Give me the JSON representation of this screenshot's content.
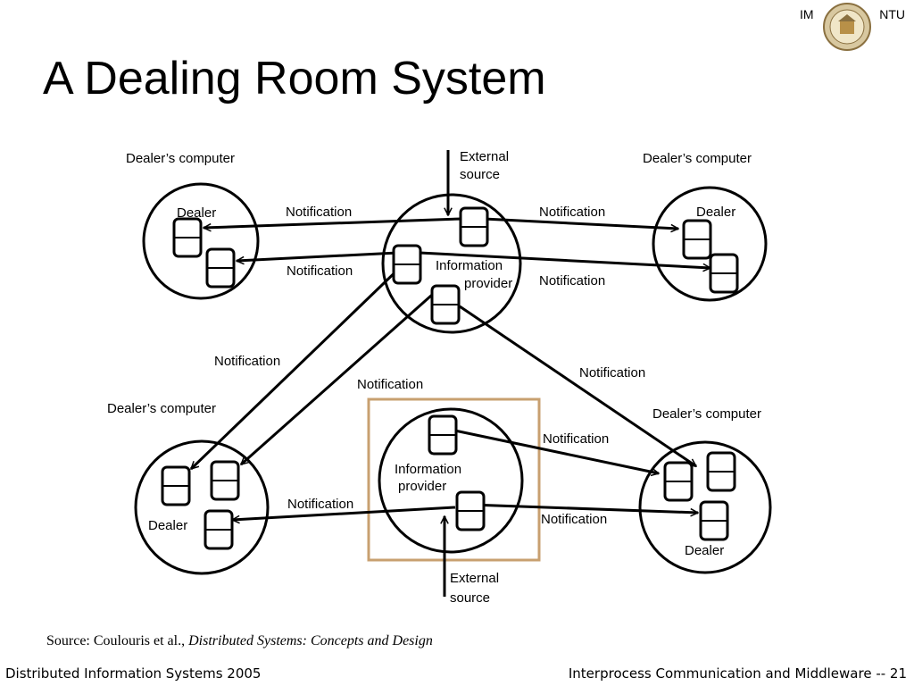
{
  "header": {
    "title": "A Dealing Room System",
    "logo_left": "IM",
    "logo_right": "NTU"
  },
  "diagram": {
    "labels": {
      "dealers_computer_tl": "Dealer’s computer",
      "dealers_computer_tr": "Dealer’s computer",
      "dealers_computer_bl": "Dealer’s computer",
      "dealers_computer_br": "Dealer’s computer",
      "external_source_top_1": "External",
      "external_source_top_2": "source",
      "external_source_bottom_1": "External",
      "external_source_bottom_2": "source",
      "info_provider_top_1": "Information",
      "info_provider_top_2": "provider",
      "info_provider_bottom_1": "Information",
      "info_provider_bottom_2": "provider",
      "dealer_tl": "Dealer",
      "dealer_tr": "Dealer",
      "dealer_bl": "Dealer",
      "dealer_br": "Dealer",
      "notification": "Notification"
    }
  },
  "source": {
    "prefix": "Source: Coulouris et al., ",
    "book": "Distributed Systems: Concepts and Design"
  },
  "footer": {
    "left": "Distributed Information Systems 2005",
    "right": "Interprocess Communication and Middleware -- 21"
  }
}
